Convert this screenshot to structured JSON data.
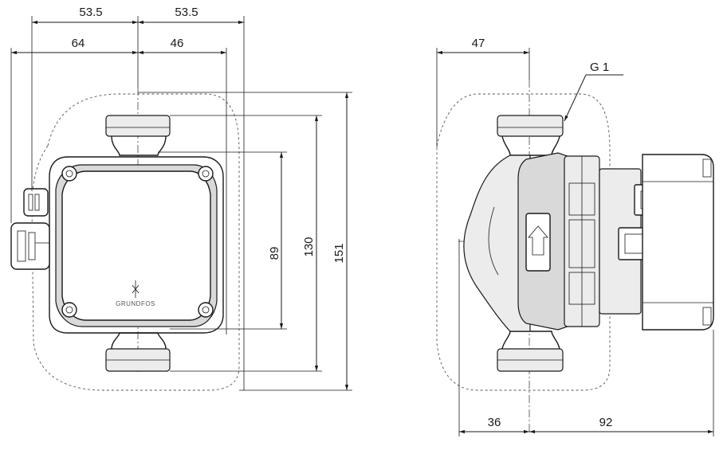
{
  "front_view": {
    "dims": {
      "top_left": "53.5",
      "top_right": "53.5",
      "second_left": "64",
      "second_right": "46",
      "height_inner": "89",
      "height_mid": "130",
      "height_outer": "151"
    },
    "logo_text": "GRUNDFOS"
  },
  "side_view": {
    "dims": {
      "top_width": "47",
      "thread": "G 1",
      "bottom_left": "36",
      "bottom_right": "92"
    }
  }
}
